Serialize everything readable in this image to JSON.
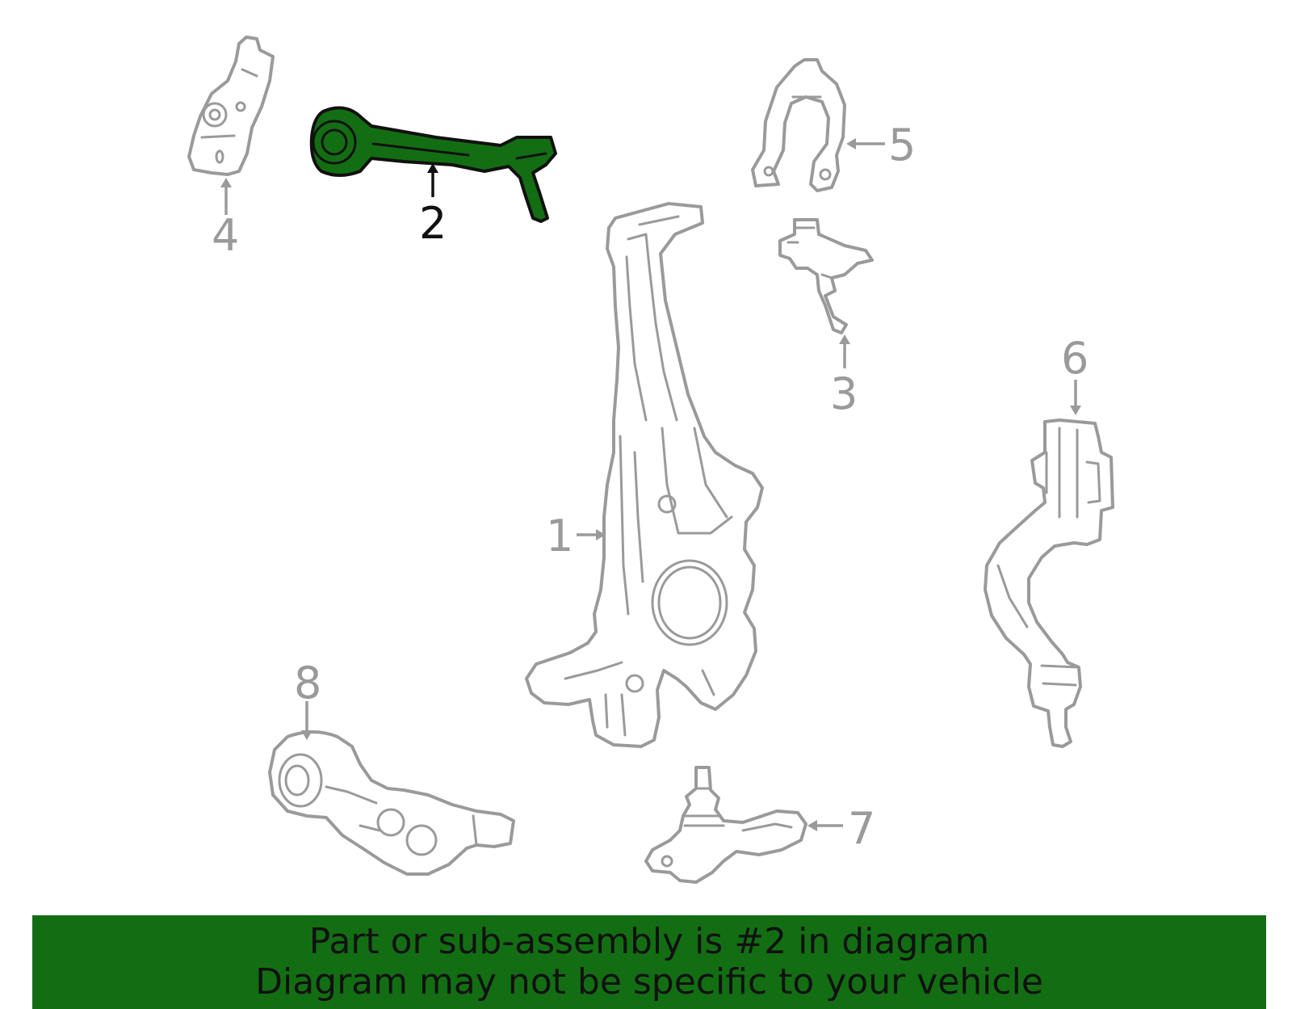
{
  "highlight_color": "#136e13",
  "part_color": "#9a9a9a",
  "selected_part": "2",
  "callouts": {
    "c1": "1",
    "c2": "2",
    "c3": "3",
    "c4": "4",
    "c5": "5",
    "c6": "6",
    "c7": "7",
    "c8": "8"
  },
  "banner": {
    "line1": "Part or sub-assembly is #2 in diagram",
    "line2": "Diagram may not be specific to your vehicle"
  }
}
